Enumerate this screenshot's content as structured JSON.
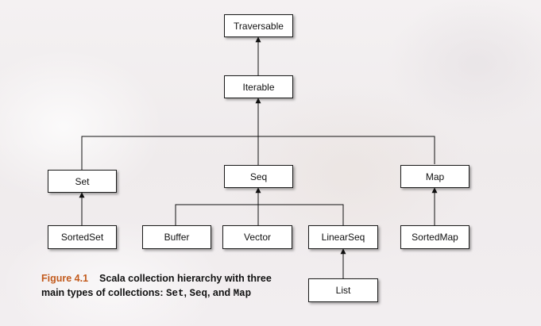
{
  "nodes": {
    "traversable": "Traversable",
    "iterable": "Iterable",
    "set": "Set",
    "seq": "Seq",
    "map": "Map",
    "sortedset": "SortedSet",
    "buffer": "Buffer",
    "vector": "Vector",
    "linearseq": "LinearSeq",
    "sortedmap": "SortedMap",
    "list": "List"
  },
  "caption": {
    "figure_label": "Figure 4.1",
    "text_1": "Scala collection hierarchy with three main types of collections: ",
    "code_1": "Set",
    "sep_1": ", ",
    "code_2": "Seq",
    "sep_2": ", and ",
    "code_3": "Map"
  }
}
